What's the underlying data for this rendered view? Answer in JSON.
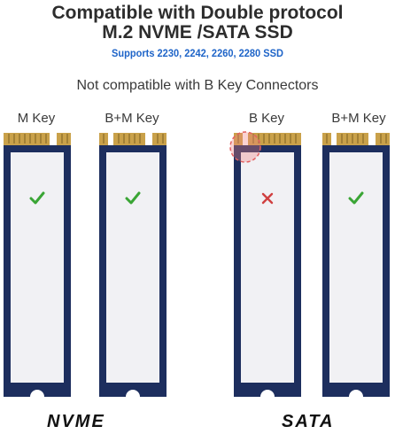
{
  "heading": {
    "line1": "Compatible with Double protocol",
    "line2": "M.2 NVME /SATA SSD",
    "supports": "Supports 2230, 2242, 2260, 2280 SSD"
  },
  "note": "Not compatible with B Key Connectors",
  "cards": [
    {
      "key_label": "M Key",
      "status": "compatible"
    },
    {
      "key_label": "B+M Key",
      "status": "compatible"
    },
    {
      "key_label": "B Key",
      "status": "not-compatible"
    },
    {
      "key_label": "B+M Key",
      "status": "compatible"
    }
  ],
  "groups": {
    "left": "NVME",
    "right": "SATA"
  },
  "colors": {
    "title": "#2d2d2d",
    "supports_text": "#1e64c8",
    "pcb": "#1d2e5e",
    "label_sticker": "#f1f1f4",
    "gold_pins": "#c9a14a",
    "check": "#3aa535",
    "cross": "#d04040",
    "highlight": "#f08080"
  }
}
